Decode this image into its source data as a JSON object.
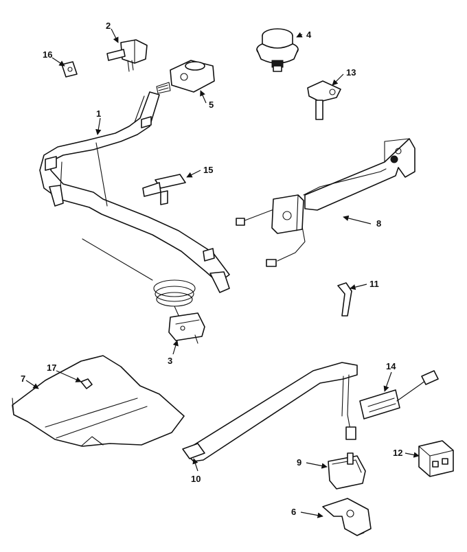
{
  "diagram": {
    "parts": [
      {
        "id": "1",
        "label": "1"
      },
      {
        "id": "2",
        "label": "2"
      },
      {
        "id": "3",
        "label": "3"
      },
      {
        "id": "4",
        "label": "4"
      },
      {
        "id": "5",
        "label": "5"
      },
      {
        "id": "6",
        "label": "6"
      },
      {
        "id": "7",
        "label": "7"
      },
      {
        "id": "8",
        "label": "8"
      },
      {
        "id": "9",
        "label": "9"
      },
      {
        "id": "10",
        "label": "10"
      },
      {
        "id": "11",
        "label": "11"
      },
      {
        "id": "12",
        "label": "12"
      },
      {
        "id": "13",
        "label": "13"
      },
      {
        "id": "14",
        "label": "14"
      },
      {
        "id": "15",
        "label": "15"
      },
      {
        "id": "16",
        "label": "16"
      },
      {
        "id": "17",
        "label": "17"
      }
    ],
    "line_color": "#111111",
    "background": "#ffffff"
  }
}
